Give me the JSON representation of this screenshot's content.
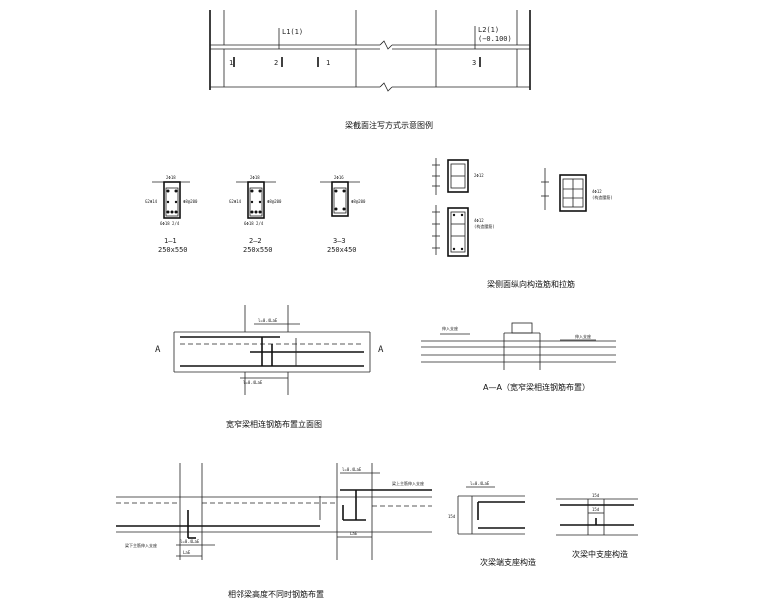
{
  "top": {
    "beam1_label": "L1(1)",
    "beam2_label": "L2(1)",
    "beam2_offset": "(−0.100)",
    "sec_1a": "1",
    "sec_2": "2",
    "sec_1b": "1",
    "sec_3": "3",
    "caption": "梁截面注写方式示意图例"
  },
  "sections": [
    {
      "id": "1—1",
      "size": "250x550",
      "top_bar": "2Φ18",
      "side": "G2Φ14",
      "stirrup": "Φ8@200",
      "bottom": "6Φ18 2/4"
    },
    {
      "id": "2—2",
      "size": "250x550",
      "top_bar": "2Φ18",
      "side": "G2Φ14",
      "stirrup": "Φ8@200",
      "bottom": "6Φ18 2/4"
    },
    {
      "id": "3—3",
      "size": "250x450",
      "top_bar": "2Φ16",
      "side": "",
      "stirrup": "Φ8@200",
      "bottom": ""
    }
  ],
  "side_bars": {
    "note1": "2Φ12",
    "note2": "4Φ12",
    "note3": "(构造腰筋)",
    "note4": "4Φ12",
    "note5": "(构造腰筋)",
    "caption": "梁侧面纵向构造筋和拉筋"
  },
  "wide_narrow": {
    "label_a_left": "A",
    "label_a_right": "A",
    "dim_top": "l=0.4LaE",
    "dim_bottom": "l=0.4LaE",
    "caption": "宽窄梁相连钢筋布置立面图"
  },
  "aa": {
    "note_left": "伸入支座",
    "note_right": "伸入支座",
    "caption": "A—A（宽窄梁相连钢筋布置）"
  },
  "diff_height": {
    "dim1": "l=0.4LaE",
    "dim2": "LaE",
    "dim3": "LaE",
    "dim4": "l=0.4LaE",
    "note1": "梁下主筋伸入支座",
    "note2": "梁上主筋伸入支座",
    "caption": "相邻梁高度不同时钢筋布置"
  },
  "sec_end": {
    "dim": "l=0.4LaE",
    "dim2": "15d",
    "caption": "次梁端支座构造"
  },
  "sec_mid": {
    "dim1": "15d",
    "dim2": "15d",
    "caption": "次梁中支座构造"
  }
}
